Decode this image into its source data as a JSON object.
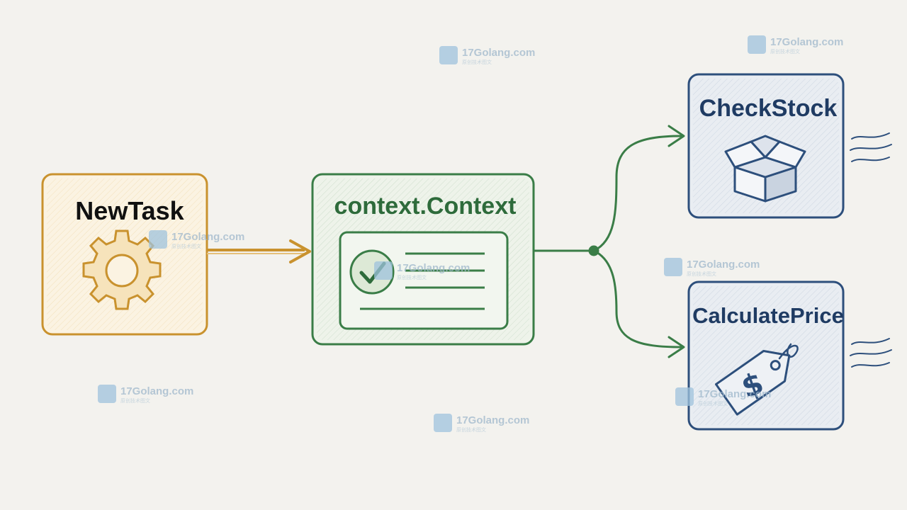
{
  "colors": {
    "background": "#f3f2ee",
    "newtask": "#c9922e",
    "newtask_fill": "#fbf3e2",
    "context": "#3a7d47",
    "context_fill": "#eef3ea",
    "service": "#2d4f7c",
    "service_fill": "#e9edf2",
    "watermark": "#9fb8cc"
  },
  "nodes": {
    "newtask": {
      "label": "NewTask",
      "icon": "gear-icon"
    },
    "context": {
      "label": "context.Context",
      "icon": "checklist-card-icon"
    },
    "checkstock": {
      "label": "CheckStock",
      "icon": "open-box-icon"
    },
    "calculateprice": {
      "label": "CalculatePrice",
      "icon": "price-tag-icon"
    }
  },
  "watermark": {
    "text": "17Golang.com",
    "subtext": "原创技术图文"
  }
}
